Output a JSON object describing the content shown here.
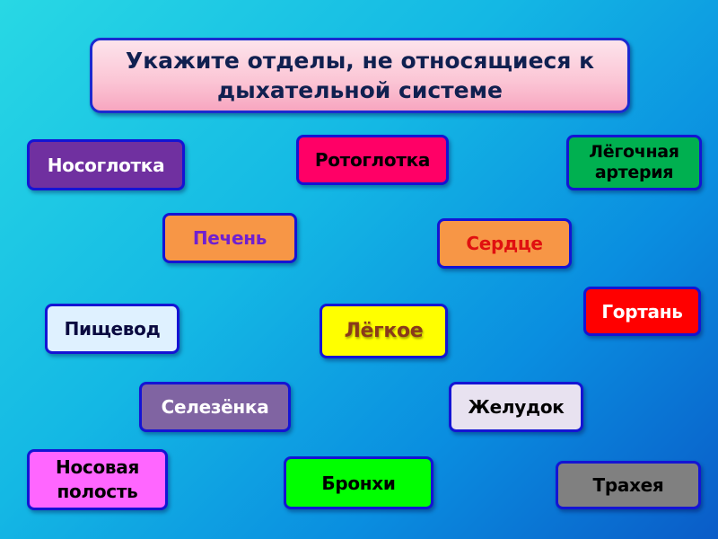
{
  "slide": {
    "title": "Укажите отделы, не относящиеся к дыхательной системе",
    "cards": [
      {
        "label": "Носоглотка",
        "bg": "#7030a0",
        "fg": "#ffffff"
      },
      {
        "label": "Ротоглотка",
        "bg": "#ff0066",
        "fg": "#000000"
      },
      {
        "label": "Лёгочная артерия",
        "bg": "#00b050",
        "fg": "#000000"
      },
      {
        "label": "Печень",
        "bg": "#f79646",
        "fg": "#7020d0"
      },
      {
        "label": "Сердце",
        "bg": "#f79646",
        "fg": "#e01010"
      },
      {
        "label": "Гортань",
        "bg": "#ff0000",
        "fg": "#ffffff"
      },
      {
        "label": "Пищевод",
        "bg": "#dff1ff",
        "fg": "#0a0a40"
      },
      {
        "label": "Лёгкое",
        "bg": "#ffff00",
        "fg": "#8a3a1a"
      },
      {
        "label": "Селезёнка",
        "bg": "#8064a2",
        "fg": "#ffffff"
      },
      {
        "label": "Желудок",
        "bg": "#e8e2f0",
        "fg": "#000000"
      },
      {
        "label": "Носовая полость",
        "bg": "#ff66ff",
        "fg": "#000000"
      },
      {
        "label": "Бронхи",
        "bg": "#00ff00",
        "fg": "#000000"
      },
      {
        "label": "Трахея",
        "bg": "#808080",
        "fg": "#000000"
      }
    ]
  }
}
